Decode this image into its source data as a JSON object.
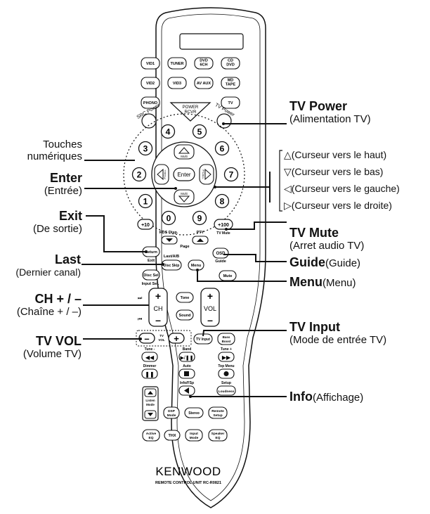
{
  "remote": {
    "source_row1": [
      "VID1",
      "TUNER",
      "DVD\n6CH",
      "CD\nDVD"
    ],
    "source_row2": [
      "VID2",
      "VID3",
      "AV AUX",
      "MD\nTAPE"
    ],
    "source_row3": [
      "PHONO",
      "TV"
    ],
    "power_rcvr": "POWER\nRCVR",
    "src_power": "SRC Power",
    "tv_power": "TV Power",
    "digits": [
      "1",
      "2",
      "3",
      "4",
      "5",
      "6",
      "7",
      "8",
      "9",
      "0"
    ],
    "plus10": "+10",
    "plus100": "+100",
    "multi": "Multi",
    "enter": "Enter",
    "p_call": "P.CALL",
    "rds_disp": "RDS Disp.",
    "pty": "PTY",
    "tv_mute_small": "TV Mute",
    "page": "Page",
    "return": "Return",
    "exit_small": "Exit",
    "last_ab": "Last/A/B",
    "disc_skip": "Disc Skip",
    "osd": "OSD",
    "guide_small": "Guide",
    "disc_sel": "Disc Sel",
    "input_sel": "Input Sel.",
    "menu": "Menu",
    "mute": "Mute",
    "ch": "CH",
    "vol": "VOL",
    "tone": "Tone",
    "sound": "Sound",
    "tv_vol": "TV\nVOL",
    "tv_input": "TV Input",
    "bass_boost": "Bass\nBoost",
    "tune_minus": "Tune -",
    "band": "Band",
    "tune_plus": "Tune +",
    "dimmer": "Dimmer",
    "auto": "Auto",
    "top_menu": "Top Menu",
    "info_fsp": "Info/FSp",
    "setup": "Setup",
    "loudness": "Loudness",
    "listen_mode": "Listen\nMode",
    "dsp_mode": "DSP\nMode",
    "stereo": "Stereo",
    "remote_setup": "Remote\nSetup",
    "active_eq": "Active\nEQ",
    "thx": "THX",
    "input_mode": "Input\nMode",
    "speaker_eq": "Speaker\nEQ",
    "brand": "KENWOOD",
    "model": "REMOTE CONTROL UNIT RC-R0821"
  },
  "callouts": {
    "touches": "Touches",
    "numeriques": "numériques",
    "enter": "Enter",
    "enter_fr": "(Entrée)",
    "exit": "Exit",
    "exit_fr": "(De sortie)",
    "last": "Last",
    "last_fr": "(Dernier canal)",
    "ch": "CH + / –",
    "ch_fr": "(Chaîne  + / –)",
    "tvvol": "TV VOL",
    "tvvol_fr": "(Volume TV)",
    "tvpower": "TV Power",
    "tvpower_fr": "(Alimentation TV)",
    "arrow_up": "△(Curseur vers le haut)",
    "arrow_down": "▽(Curseur vers le bas)",
    "arrow_left": "◁(Curseur vers le gauche)",
    "arrow_right": "▷(Curseur vers le droite)",
    "tvmute": "TV Mute",
    "tvmute_fr": "(Arret audio TV)",
    "guide": "Guide",
    "guide_fr": "(Guide)",
    "menu": "Menu",
    "menu_fr": "(Menu)",
    "tvinput": "TV Input",
    "tvinput_fr": "(Mode de entrée TV)",
    "info": "Info",
    "info_fr": "(Affichage)"
  }
}
